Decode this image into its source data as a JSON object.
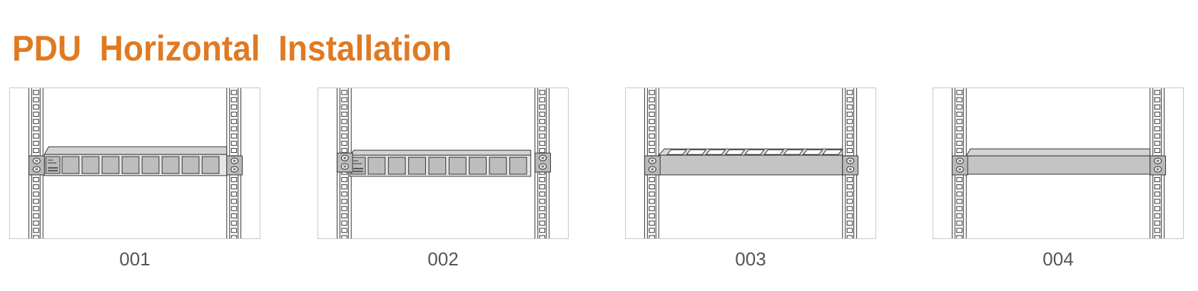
{
  "page": {
    "title": "PDU  Horizontal  Installation",
    "accent_color": "#e07a22"
  },
  "figures": [
    {
      "caption": "001",
      "variant": "outlets-front-flush"
    },
    {
      "caption": "002",
      "variant": "outlets-front-protruding"
    },
    {
      "caption": "003",
      "variant": "outlets-top"
    },
    {
      "caption": "004",
      "variant": "outlets-rear"
    }
  ]
}
